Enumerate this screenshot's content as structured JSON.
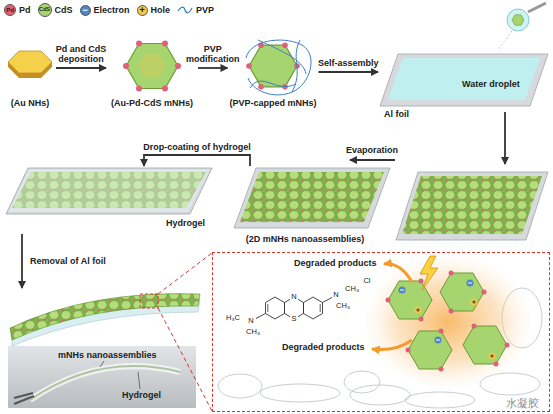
{
  "diagram": {
    "nodes": [
      {
        "text": [
          "(Au NHs)"
        ]
      },
      {
        "text": [
          "(Au-Pd-CdS mNHs)"
        ]
      },
      {
        "text": [
          "(PVP-capped mNHs)"
        ]
      },
      {
        "text": [
          "Water droplet",
          "Al foil"
        ]
      },
      {
        "text": [
          "(2D mNHs nanoassemblies)"
        ]
      },
      {
        "text": [
          "Hydrogel"
        ]
      },
      {
        "text": [
          "mNHs nanoassemblies",
          "Hydrogel"
        ]
      },
      {
        "text": [
          "Degraded products",
          "Degraded products"
        ]
      }
    ],
    "edges": [
      {
        "from": 0,
        "to": 1,
        "label": "Pd and CdS deposition",
        "arrow": "to"
      },
      {
        "from": 1,
        "to": 2,
        "label": "PVP modification",
        "arrow": "to"
      },
      {
        "from": 2,
        "to": 3,
        "label": "Self-assembly",
        "arrow": "to"
      },
      {
        "from": 4,
        "to": 5,
        "label": "Drop-coating of hydrogel",
        "arrow": "to"
      },
      {
        "from": 5,
        "to": 6,
        "label": "Removal of Al foil",
        "arrow": "to"
      }
    ],
    "labels": [
      "Pd",
      "CdS",
      "−",
      "+",
      "Evaporation",
      "H₃C",
      "N",
      "CH₃",
      "N",
      "S",
      "N",
      "CH₃",
      "CH₃",
      "Cl",
      "水凝胶"
    ],
    "legend": [
      {
        "text": "Pd",
        "color": "#e0607a"
      },
      {
        "text": "CdS",
        "color": "#a6d46e"
      },
      {
        "text": "Electron",
        "color": "#4f86c6"
      },
      {
        "text": "Hole",
        "color": "#f2c94c"
      },
      {
        "text": "PVP"
      }
    ]
  }
}
